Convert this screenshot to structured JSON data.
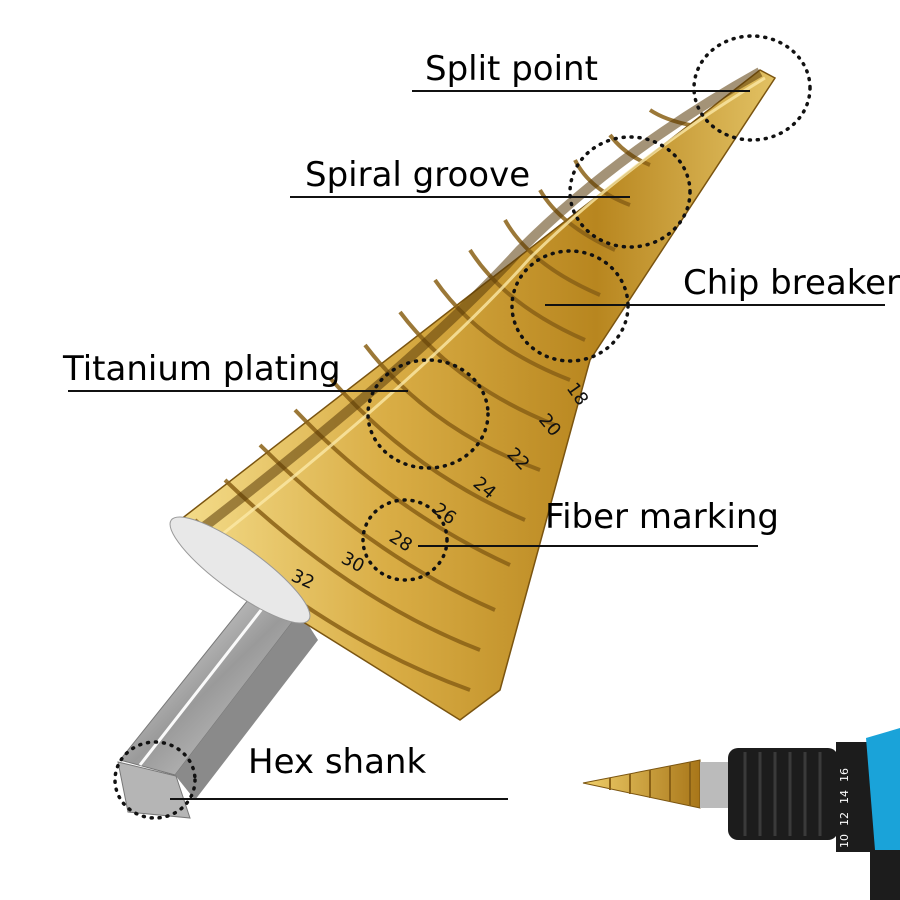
{
  "labels": {
    "split_point": "Split point",
    "spiral_groove": "Spiral groove",
    "chip_breaker": "Chip breaker",
    "titanium_plating": "Titanium plating",
    "fiber_marking": "Fiber marking",
    "hex_shank": "Hex shank"
  },
  "size_markings": [
    "18",
    "20",
    "22",
    "24",
    "26",
    "28",
    "30",
    "32"
  ],
  "drill_chuck_markings": [
    "10",
    "12",
    "14",
    "16"
  ],
  "colors": {
    "gold_light": "#f2d37a",
    "gold_mid": "#c99a2e",
    "gold_dark": "#7a5410",
    "steel_light": "#e6e6e6",
    "steel_dark": "#6d6d6d",
    "drill_blue": "#1aa3d9",
    "chuck_black": "#1c1c1c"
  },
  "icons": [
    "dotted-circle-callout"
  ]
}
